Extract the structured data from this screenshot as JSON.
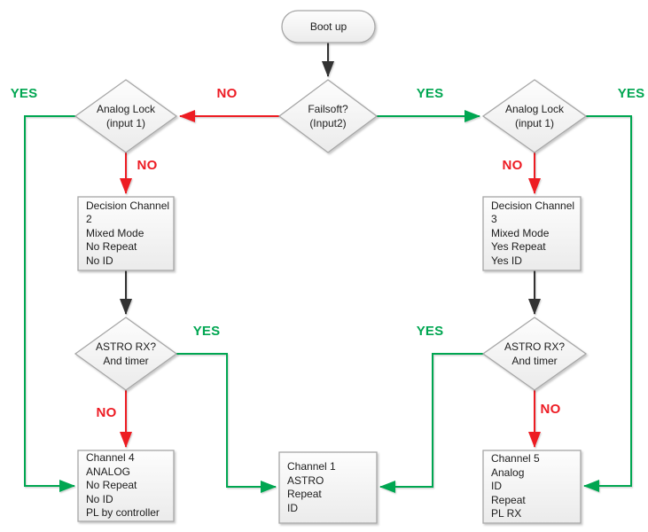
{
  "colors": {
    "yes": "#00a651",
    "no": "#ed1c24",
    "line": "#303030"
  },
  "nodes": {
    "boot": {
      "label": "Boot up"
    },
    "failsoft": {
      "lines": [
        "Failsoft?",
        "(Input2)"
      ]
    },
    "analog_lock_left": {
      "lines": [
        "Analog Lock",
        "(input 1)"
      ]
    },
    "analog_lock_right": {
      "lines": [
        "Analog Lock",
        "(input 1)"
      ]
    },
    "decision2": {
      "lines": [
        "Decision Channel 2",
        "Mixed Mode",
        "No Repeat",
        "No ID"
      ]
    },
    "decision3": {
      "lines": [
        "Decision Channel 3",
        "Mixed Mode",
        "Yes Repeat",
        "Yes ID"
      ]
    },
    "astro_left": {
      "lines": [
        "ASTRO RX?",
        "And timer"
      ]
    },
    "astro_right": {
      "lines": [
        "ASTRO RX?",
        "And timer"
      ]
    },
    "channel4": {
      "lines": [
        "Channel 4",
        "ANALOG",
        "No Repeat",
        "No ID",
        "PL by controller"
      ]
    },
    "channel1": {
      "lines": [
        "Channel 1",
        "ASTRO",
        "Repeat",
        "ID"
      ]
    },
    "channel5": {
      "lines": [
        "Channel 5",
        "Analog",
        "ID",
        "Repeat",
        "PL RX"
      ]
    }
  },
  "edge_labels": {
    "failsoft_no": "NO",
    "failsoft_yes": "YES",
    "outer_left_yes": "YES",
    "outer_right_yes": "YES",
    "analog_left_no": "NO",
    "analog_right_no": "NO",
    "astro_left_yes": "YES",
    "astro_right_yes": "YES",
    "astro_left_no": "NO",
    "astro_right_no": "NO"
  }
}
